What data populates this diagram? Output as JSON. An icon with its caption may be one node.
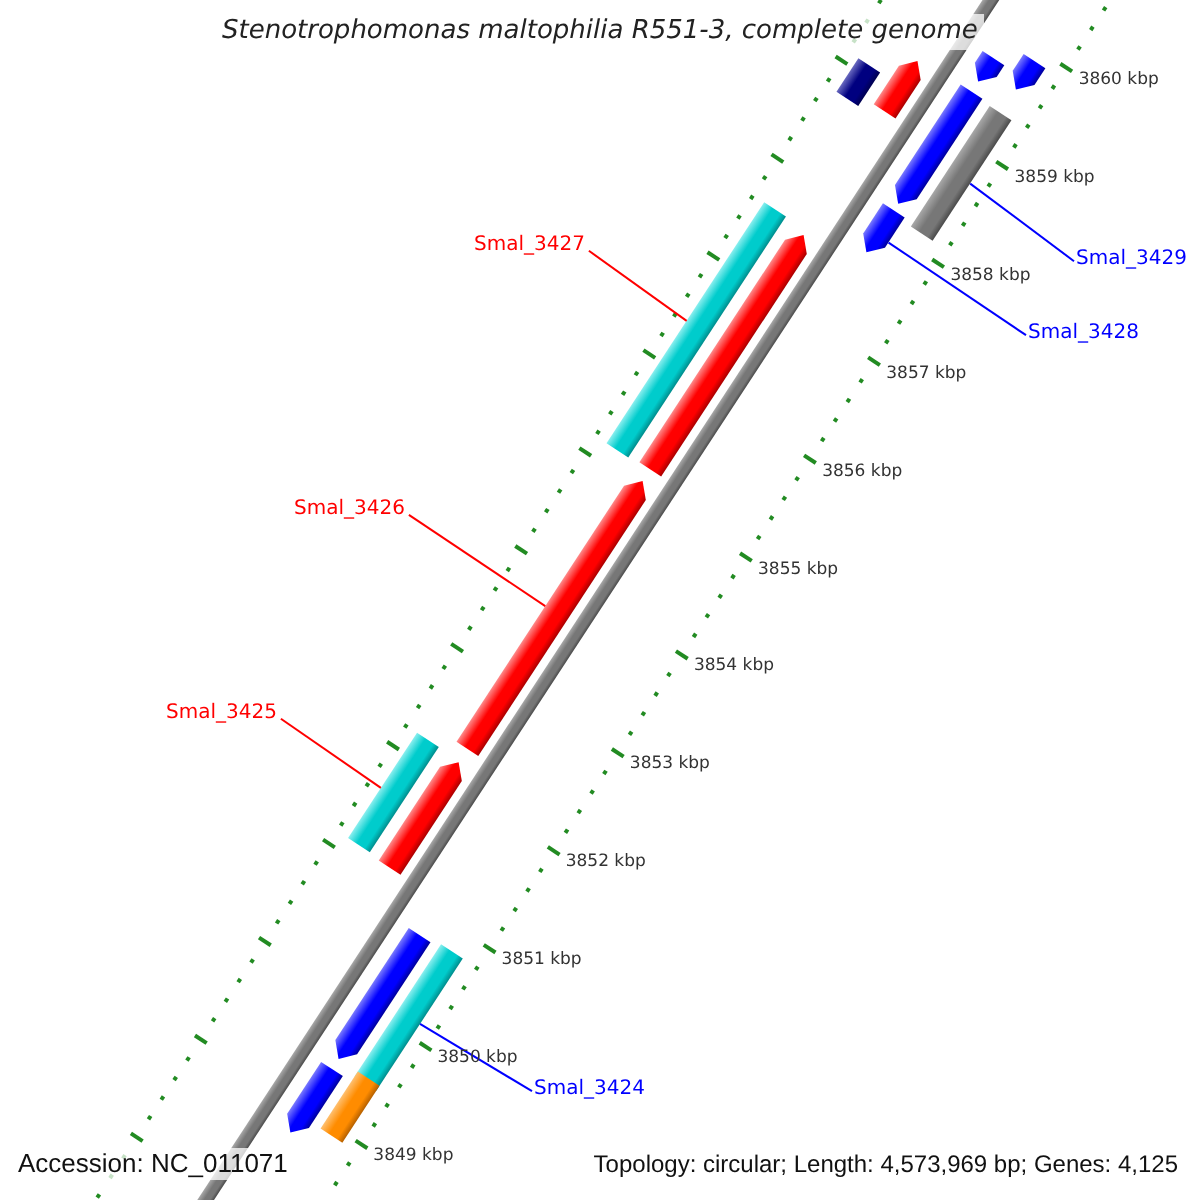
{
  "diagram": {
    "title": "Stenotrophomonas maltophilia R551-3, complete genome",
    "nodes": [
      {
        "text": [
          "Smal_3429"
        ]
      },
      {
        "text": [
          "Smal_3428"
        ]
      },
      {
        "text": [
          "Smal_3427"
        ]
      },
      {
        "text": [
          "Smal_3426"
        ]
      },
      {
        "text": [
          "Smal_3425"
        ]
      },
      {
        "text": [
          "Smal_3424"
        ]
      },
      {
        "text": [],
        "shape": "arrow"
      },
      {
        "text": [],
        "shape": "bar"
      },
      {
        "text": [],
        "shape": "arrow"
      },
      {
        "text": [],
        "shape": "arrow"
      },
      {
        "text": [],
        "shape": "arrow"
      },
      {
        "text": [],
        "shape": "bar"
      },
      {
        "text": [],
        "shape": "arrow"
      },
      {
        "text": [],
        "shape": "bar"
      },
      {
        "text": [],
        "shape": "arrow"
      },
      {
        "text": [],
        "shape": "arrow"
      },
      {
        "text": [],
        "shape": "bar"
      },
      {
        "text": [],
        "shape": "arrow"
      },
      {
        "text": [],
        "shape": "arrow"
      },
      {
        "text": [],
        "shape": "bar"
      },
      {
        "text": [],
        "shape": "arrow"
      },
      {
        "text": [],
        "shape": "bar"
      }
    ],
    "edges": [
      {
        "from": 0,
        "to": 11,
        "arrow": "none",
        "color": "#0000ff"
      },
      {
        "from": 1,
        "to": 12,
        "arrow": "none",
        "color": "#0000ff"
      },
      {
        "from": 2,
        "to": 13,
        "arrow": "none",
        "color": "#ff0000"
      },
      {
        "from": 3,
        "to": 15,
        "arrow": "none",
        "color": "#ff0000"
      },
      {
        "from": 4,
        "to": 16,
        "arrow": "none",
        "color": "#ff0000"
      },
      {
        "from": 5,
        "to": 19,
        "arrow": "none",
        "color": "#0000ff"
      }
    ],
    "labels": [
      "3860 kbp",
      "3859 kbp",
      "3858 kbp",
      "3857 kbp",
      "3856 kbp",
      "3855 kbp",
      "3854 kbp",
      "3853 kbp",
      "3852 kbp",
      "3851 kbp",
      "3850 kbp",
      "3849 kbp",
      "Accession: NC_011071",
      "Topology: circular; Length: 4,573,969 bp; Genes: 4,125"
    ]
  }
}
